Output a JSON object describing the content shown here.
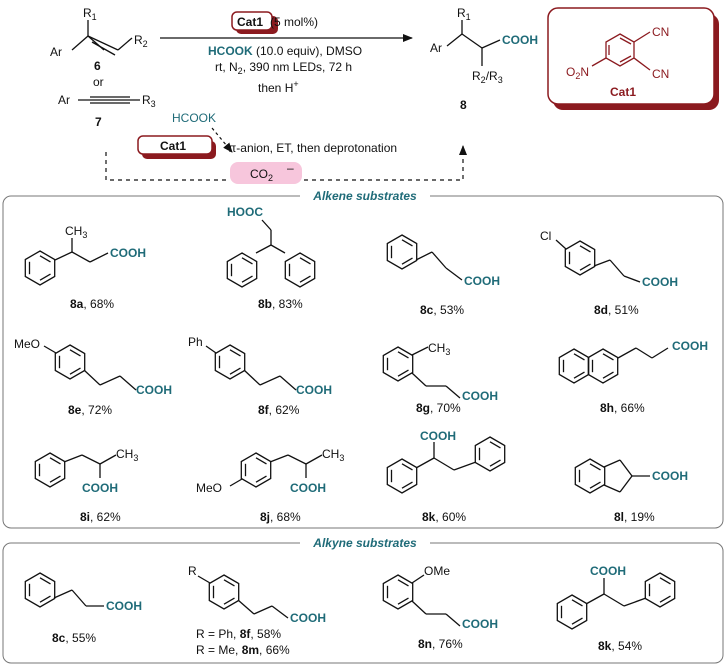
{
  "colors": {
    "teal": "#1f6b78",
    "maroon": "#8b1a1f",
    "pink": "#f7c6dc",
    "frame": "#777777"
  },
  "scheme": {
    "reactant_alkene": {
      "sub1": "R",
      "sub1_idx": "1",
      "ar": "Ar",
      "sub2": "R",
      "sub2_idx": "2",
      "number": "6"
    },
    "or_text": "or",
    "reactant_alkyne": {
      "ar": "Ar",
      "sub3": "R",
      "sub3_idx": "3",
      "number": "7"
    },
    "catalyst_badge": "Cat1",
    "catalyst_loading": "(5 mol%)",
    "conditions": {
      "hcook": "HCOOK",
      "hcook_rest": "(10.0 equiv), DMSO",
      "line2_pre": "rt, N",
      "line2_sub": "2",
      "line2_post": ", 390 nm LEDs, 72 h",
      "line3_pre": "then H",
      "line3_sup": "+"
    },
    "product": {
      "sub1": "R",
      "sub1_idx": "1",
      "ar": "Ar",
      "acid": "COOH",
      "r2": "R",
      "r2_idx": "2",
      "r3": "/R",
      "r3_idx": "3",
      "number": "8"
    },
    "catalyst_card": {
      "cn_top": "CN",
      "cn_bottom": "CN",
      "no2_o": "O",
      "no2_idx": "2",
      "no2_n": "N",
      "name": "Cat1"
    },
    "mechanism": {
      "hcook": "HCOOK",
      "cat_badge": "Cat1",
      "note": "π-anion, ET, then deprotonation",
      "co2": "CO",
      "co2_idx": "2",
      "co2_charge": "–"
    }
  },
  "alkene": {
    "title": "Alkene substrates",
    "items": [
      {
        "id": "8a",
        "yield": ", 68%",
        "groups": [
          "CH",
          "3",
          "COOH"
        ]
      },
      {
        "id": "8b",
        "yield": ", 83%",
        "groups": [
          "HOOC"
        ]
      },
      {
        "id": "8c",
        "yield": ", 53%",
        "groups": [
          "COOH"
        ]
      },
      {
        "id": "8d",
        "yield": ", 51%",
        "groups": [
          "Cl",
          "COOH"
        ]
      },
      {
        "id": "8e",
        "yield": ", 72%",
        "groups": [
          "MeO",
          "COOH"
        ]
      },
      {
        "id": "8f",
        "yield": ", 62%",
        "groups": [
          "Ph",
          "COOH"
        ]
      },
      {
        "id": "8g",
        "yield": ", 70%",
        "groups": [
          "CH",
          "3",
          "COOH"
        ]
      },
      {
        "id": "8h",
        "yield": ", 66%",
        "groups": [
          "COOH"
        ]
      },
      {
        "id": "8i",
        "yield": ", 62%",
        "groups": [
          "CH",
          "3",
          "COOH"
        ]
      },
      {
        "id": "8j",
        "yield": ", 68%",
        "groups": [
          "MeO",
          "CH",
          "3",
          "COOH"
        ]
      },
      {
        "id": "8k",
        "yield": ", 60%",
        "groups": [
          "COOH"
        ]
      },
      {
        "id": "8l",
        "yield": ", 19%",
        "groups": [
          "COOH"
        ]
      }
    ]
  },
  "alkyne": {
    "title": "Alkyne substrates",
    "items": [
      {
        "id": "8c",
        "yield": ", 55%",
        "groups": [
          "COOH"
        ]
      },
      {
        "r_label": "R",
        "line1_pre": "R = Ph, ",
        "line1_id": "8f",
        "line1_yield": ", 58%",
        "line2_pre": "R = Me, ",
        "line2_id": "8m",
        "line2_yield": ", 66%",
        "groups": [
          "COOH"
        ]
      },
      {
        "id": "8n",
        "yield": ", 76%",
        "groups": [
          "OMe",
          "COOH"
        ]
      },
      {
        "id": "8k",
        "yield": ", 54%",
        "groups": [
          "COOH"
        ]
      }
    ]
  }
}
